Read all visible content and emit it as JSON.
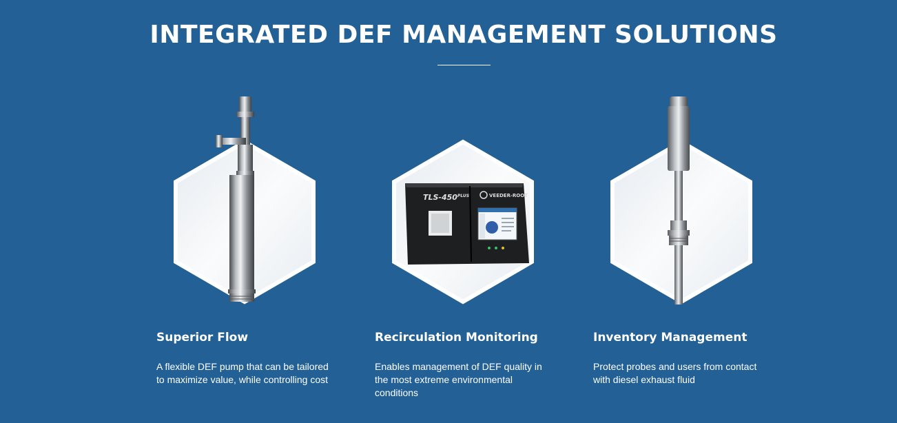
{
  "section": {
    "title": "INTEGRATED DEF MANAGEMENT SOLUTIONS"
  },
  "features": [
    {
      "heading": "Superior Flow",
      "description": "A flexible DEF pump that can be tailored to maximize value, while controlling cost",
      "image": "submersible-pump"
    },
    {
      "heading": "Recirculation Monitoring",
      "description": "Enables management of DEF quality in the most extreme environmental conditions",
      "image": "tank-monitor-console",
      "console_model": "TLS-450",
      "console_model_suffix": "PLUS",
      "console_brand": "VEEDER-ROOT"
    },
    {
      "heading": "Inventory Management",
      "description": "Protect probes and users from contact with diesel exhaust fluid",
      "image": "level-probe"
    }
  ],
  "colors": {
    "background": "#226095",
    "text": "#ffffff",
    "hexagon_fill": "#f2f5f8",
    "hexagon_border": "#ffffff"
  }
}
